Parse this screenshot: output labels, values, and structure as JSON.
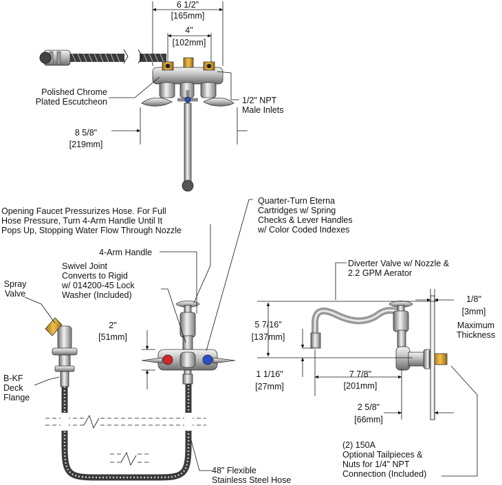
{
  "colors": {
    "chrome": "#b9b9b9",
    "chrome_dark": "#555555",
    "brass": "#d8a12a",
    "hot_index": "#d42626",
    "cold_index": "#2b4fc9",
    "hose": "#333333",
    "lines": "#111111"
  },
  "top_view": {
    "dim_outer_in": "6 1/2\"",
    "dim_outer_mm": "[165mm]",
    "dim_inner_in": "4\"",
    "dim_inner_mm": "[102mm]",
    "dim_width_in": "8 5/8\"",
    "dim_width_mm": "[219mm]",
    "escutcheon_label": "Polished Chrome\nPlated Escutcheon",
    "inlets_label": "1/2\" NPT\nMale Inlets"
  },
  "front_view": {
    "note_pressure": "Opening Faucet Pressurizes Hose. For Full\nHose Pressure, Turn 4-Arm Handle Until It\nPops Up, Stopping Water Flow Through Nozzle",
    "note_cartridges": "Quarter-Turn Eterna\nCartridges w/ Spring\nChecks & Lever Handles\nw/ Color Coded Indexes",
    "label_4arm": "4-Arm Handle",
    "label_swivel": "Swivel Joint\nConverts to Rigid\nw/ 014200-45 Lock\nWasher (Included)",
    "label_spray": "Spray\nValve",
    "label_flange": "B-KF\nDeck\nFlange",
    "label_hose": "48\" Flexible\nStainless Steel Hose",
    "dim_height_in": "2\"",
    "dim_height_mm": "[51mm]"
  },
  "side_view": {
    "label_diverter": "Diverter Valve w/ Nozzle &\n2.2 GPM Aerator",
    "dim_total_h_in": "5 7/16\"",
    "dim_total_h_mm": "[137mm]",
    "dim_spout_in": "1 1/16\"",
    "dim_spout_mm": "[27mm]",
    "dim_reach_in": "7 7/8\"",
    "dim_reach_mm": "[201mm]",
    "dim_offset_in": "2 5/8\"",
    "dim_offset_mm": "[66mm]",
    "dim_thickness_in": "1/8\"",
    "dim_thickness_mm": "[3mm]",
    "thickness_label": "Maximum\nThickness",
    "tailpieces_label": "(2) 150A\nOptional Tailpieces &\nNuts for 1/4\" NPT\nConnection (Included)"
  }
}
